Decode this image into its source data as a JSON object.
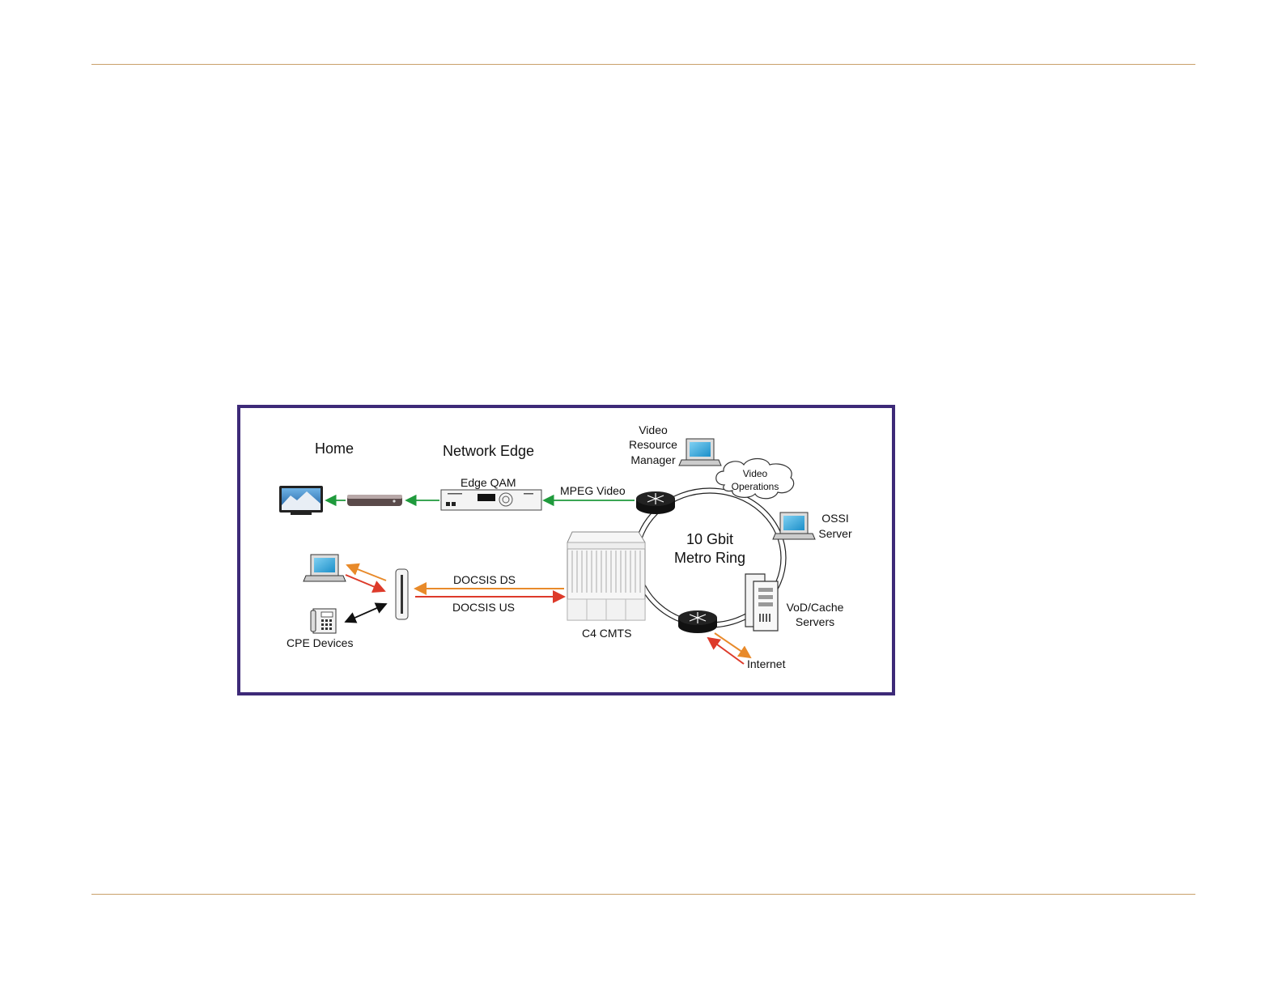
{
  "diagram": {
    "headings": {
      "home": "Home",
      "network_edge": "Network Edge"
    },
    "labels": {
      "edge_qam": "Edge QAM",
      "mpeg_video": "MPEG Video",
      "video_resource_manager": [
        "Video",
        "Resource",
        "Manager"
      ],
      "video_operations": [
        "Video",
        "Operations"
      ],
      "ossi_server": [
        "OSSI",
        "Server"
      ],
      "metro_ring": [
        "10 Gbit",
        "Metro Ring"
      ],
      "docsis_ds": "DOCSIS DS",
      "docsis_us": "DOCSIS US",
      "c4_cmts": "C4 CMTS",
      "vod_cache_servers": [
        "VoD/Cache",
        "Servers"
      ],
      "internet": "Internet",
      "cpe_devices": "CPE Devices"
    },
    "colors": {
      "frame": "#3d2a78",
      "rule": "#c9a06a",
      "video_arrow": "#1f9a3c",
      "downstream_arrow": "#e88a2a",
      "upstream_arrow": "#dd3a2a",
      "voice_arrow": "#111111"
    },
    "icons": [
      "television-icon",
      "set-top-box-icon",
      "edge-qam-device-icon",
      "router-icon",
      "laptop-icon",
      "cloud-icon",
      "cmts-chassis-icon",
      "cable-modem-icon",
      "phone-icon",
      "server-tower-icon"
    ]
  }
}
